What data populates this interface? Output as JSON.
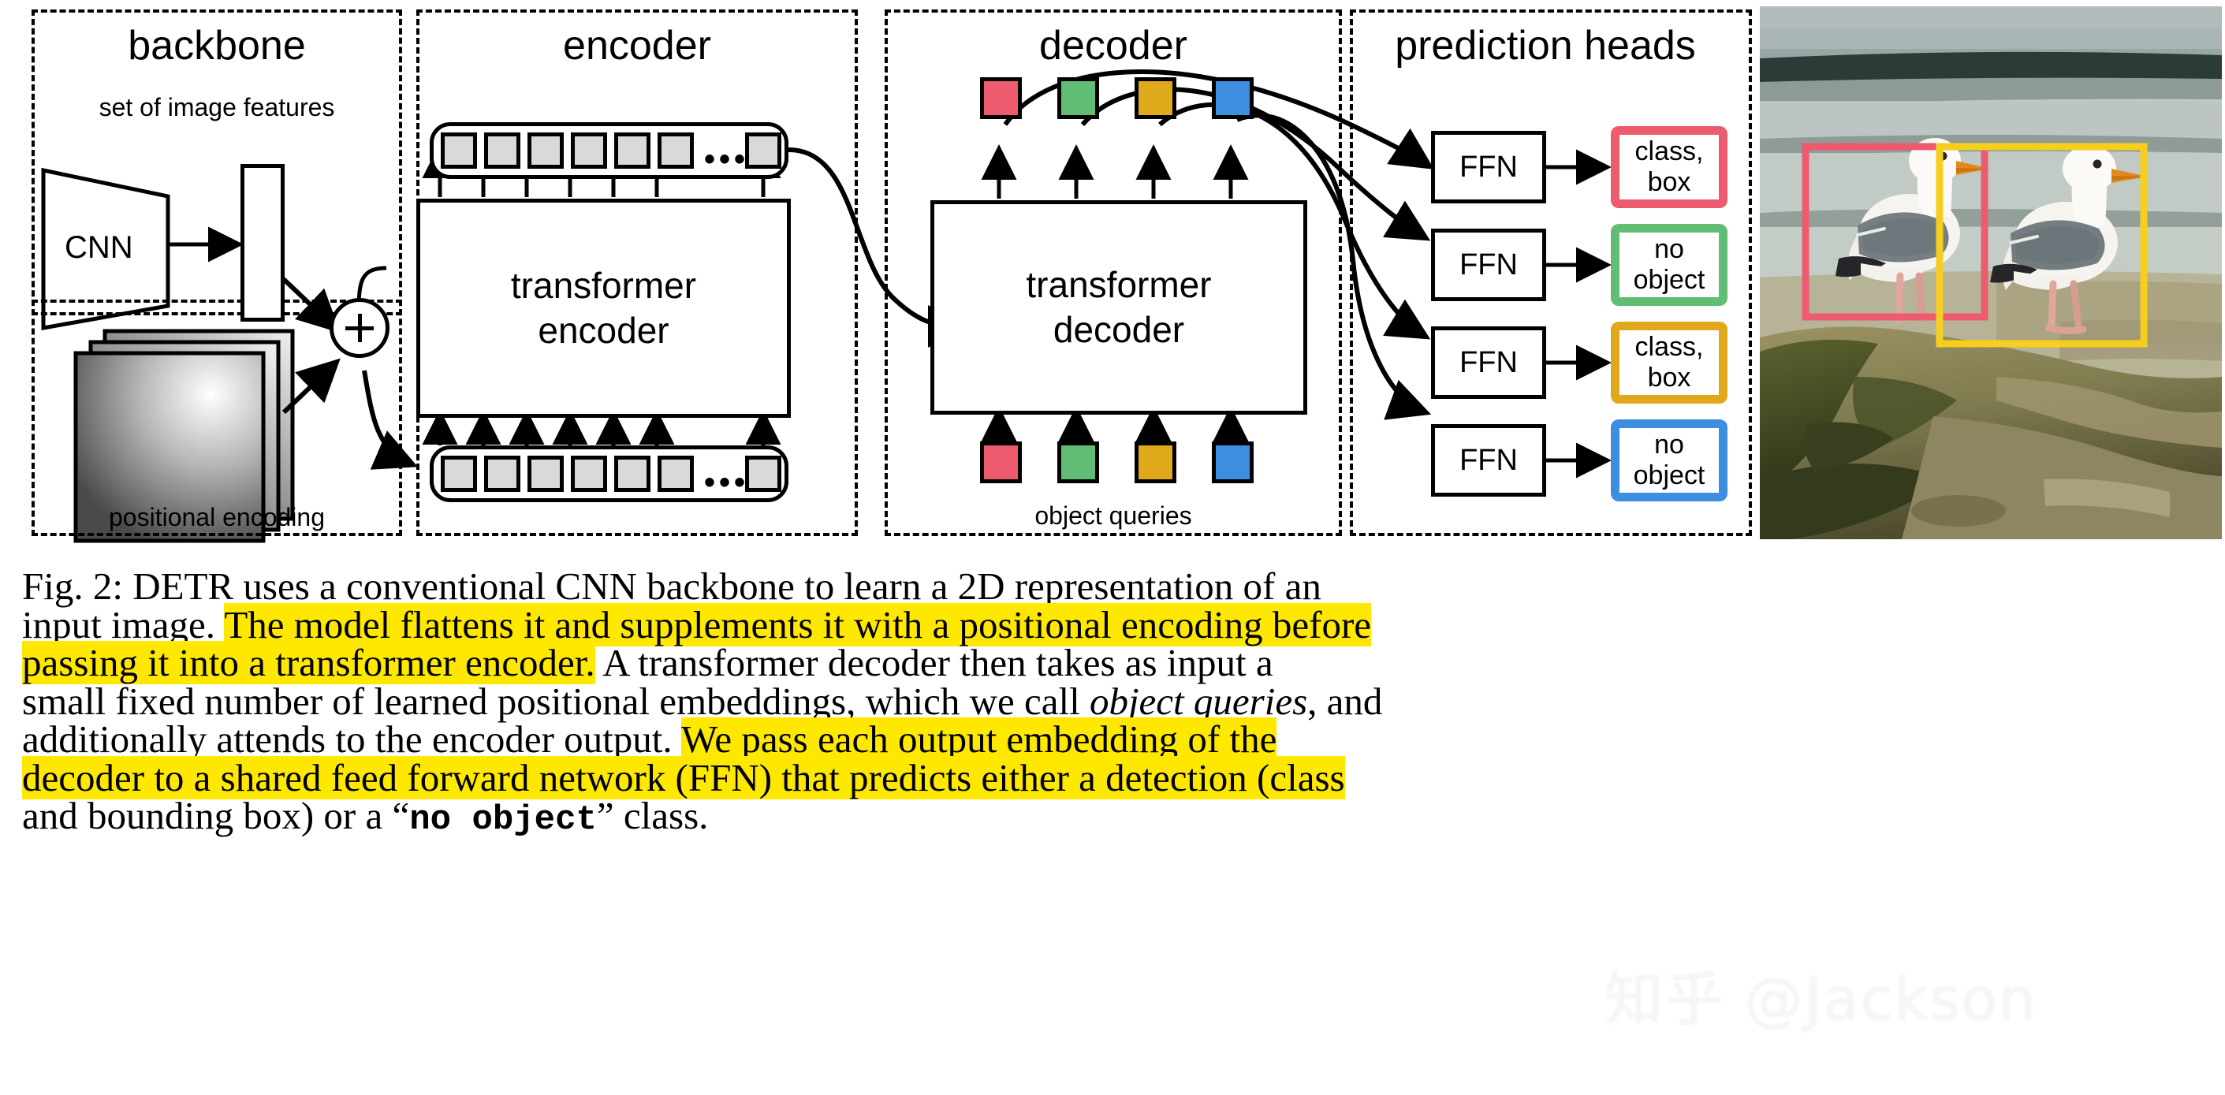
{
  "figure": {
    "panels": [
      {
        "title": "backbone",
        "sublabel_top": "set of image features",
        "sublabel_bottom": "positional encoding"
      },
      {
        "title": "encoder",
        "box_line1": "transformer",
        "box_line2": "encoder"
      },
      {
        "title": "decoder",
        "box_line1": "transformer",
        "box_line2": "decoder",
        "sublabel_bottom": "object queries"
      },
      {
        "title": "prediction heads"
      }
    ],
    "backbone": {
      "cnn_label": "CNN",
      "features_label": "set of image features",
      "positional_label": "positional encoding",
      "sum_symbol": "+"
    },
    "encoder": {
      "title": "encoder",
      "box_line1": "transformer",
      "box_line2": "encoder",
      "ellipsis": "•••",
      "token_count": 7
    },
    "decoder": {
      "title": "decoder",
      "box_line1": "transformer",
      "box_line2": "decoder",
      "queries_label": "object queries",
      "query_colors": [
        "#EC5B6E",
        "#62BD74",
        "#E0A91B",
        "#3D8DE0"
      ]
    },
    "prediction_heads": {
      "title": "prediction heads",
      "ffn_label": "FFN",
      "outputs": [
        {
          "line1": "class,",
          "line2": "box",
          "color": "#EC5B6E"
        },
        {
          "line1": "no",
          "line2": "object",
          "color": "#62BD74"
        },
        {
          "line1": "class,",
          "line2": "box",
          "color": "#E0A91B"
        },
        {
          "line1": "no",
          "line2": "object",
          "color": "#3D8DE0"
        }
      ]
    },
    "photo": {
      "boxes": [
        {
          "color": "#EC5B6E"
        },
        {
          "color": "#F5CE1E"
        }
      ]
    }
  },
  "caption": {
    "lines": [
      [
        {
          "t": "Fig. 2: DETR uses a conventional CNN backbone to learn a 2D representation of an",
          "hl": false
        }
      ],
      [
        {
          "t": "input image. ",
          "hl": false
        },
        {
          "t": "The model flattens it and supplements it with a positional encoding before",
          "hl": true
        }
      ],
      [
        {
          "t": "passing it into a transformer encoder.",
          "hl": true
        },
        {
          "t": " A transformer decoder then takes as input a",
          "hl": false
        }
      ],
      [
        {
          "t": "small fixed number of learned positional embeddings, which we call ",
          "hl": false
        },
        {
          "t": "object queries",
          "hl": false,
          "italic": true
        },
        {
          "t": ", and",
          "hl": false
        }
      ],
      [
        {
          "t": "additionally attends to the encoder output. ",
          "hl": false
        },
        {
          "t": "We pass each output embedding of the",
          "hl": true
        }
      ],
      [
        {
          "t": "decoder to a shared feed forward network (FFN) that predicts either a detection (class",
          "hl": true
        }
      ],
      [
        {
          "t": "and bounding box) or a “",
          "hl": false
        },
        {
          "t": "no object",
          "hl": false,
          "mono": true
        },
        {
          "t": "” class.",
          "hl": false
        }
      ]
    ]
  },
  "watermark": {
    "text": "知乎 @Jackson"
  },
  "colors": {
    "highlight": "#FFE800",
    "red": "#EC5B6E",
    "green": "#62BD74",
    "yellow": "#E0A91B",
    "blue": "#3D8DE0",
    "token_grey": "#d9d9d9"
  }
}
